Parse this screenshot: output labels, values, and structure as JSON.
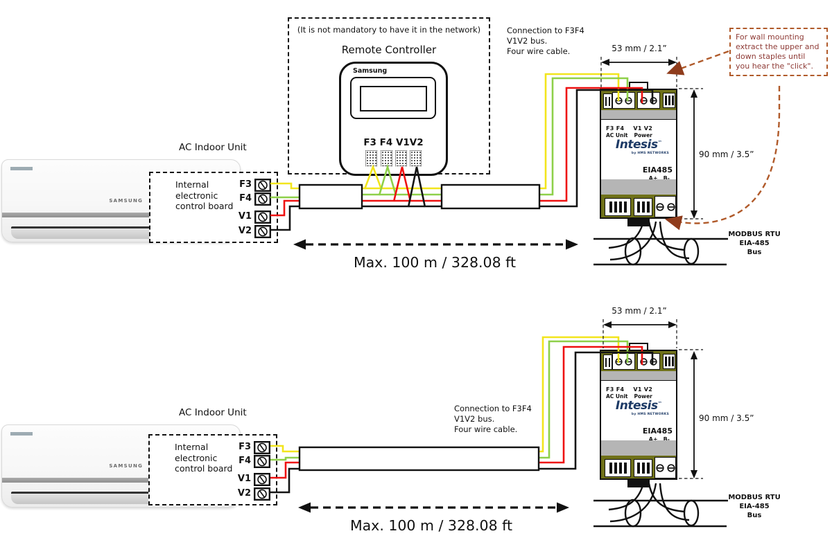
{
  "labels": {
    "ac_indoor_unit": "AC Indoor Unit",
    "internal_board": [
      "Internal",
      "electronic",
      "control board"
    ],
    "terminals": {
      "f3": "F3",
      "f4": "F4",
      "v1": "V1",
      "v2": "V2"
    },
    "connection_note": [
      "Connection to F3F4",
      "V1V2 bus.",
      "Four wire cable."
    ],
    "max_distance": "Max. 100 m / 328.08 ft",
    "modbus": [
      "MODBUS RTU",
      "EIA-485",
      "Bus"
    ],
    "dim_width": "53 mm / 2.1”",
    "dim_height": "90 mm / 3.5”"
  },
  "remote_controller": {
    "note": "(It is not mandatory to have it in the network)",
    "title": "Remote Controller",
    "brand": "Samsung",
    "terminals": "F3 F4 V1V2"
  },
  "ac_unit": {
    "brand": "SAMSUNG"
  },
  "gateway": {
    "terminals_left": "F3 F4",
    "terminals_right": "V1 V2",
    "label_left": "AC Unit",
    "label_right": "Power",
    "brand": "Intesis",
    "brand_tm": "™",
    "brand_sub": "by HMS NETWORKS",
    "port": "EIA485",
    "pin_a": "A+",
    "pin_b": "B-"
  },
  "annotation": "For wall mounting extract the upper and down staples until you hear the \"click\".",
  "colors": {
    "wire_yellow": "#f2e51c",
    "wire_green": "#8ed049",
    "wire_red": "#ee1111",
    "wire_black": "#141414",
    "gateway_body": "#6f7119",
    "gateway_band": "#b5b5b5",
    "intesis_navy": "#1d3a66",
    "annotation_brown": "#b05a2a",
    "annotation_text": "#8e3a35"
  }
}
